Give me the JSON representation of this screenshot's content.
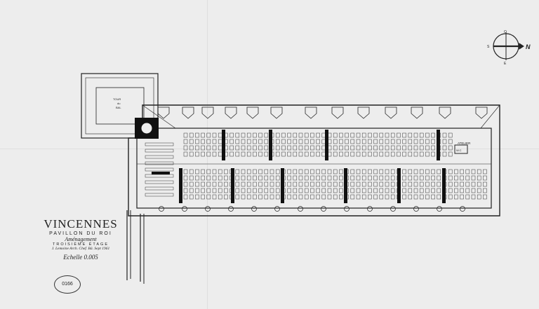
{
  "title": {
    "place": "VINCENNES",
    "building": "PAVILLON DU ROI",
    "purpose": "Aménagement",
    "floor": "TROISIÈME ÉTAGE",
    "architect_note": "J. Lemoine Arch. Chef. Bâ. Sept 1961",
    "scale": "Echelle 0.005"
  },
  "stamp": {
    "number": "0166"
  },
  "plan": {
    "tower_label": [
      "TOUR",
      "du",
      "BAL"
    ],
    "workshop_label": "ATELIER",
    "room_label": "W.C"
  },
  "compass": {
    "north": "N",
    "south": "S",
    "east": "E",
    "west": "O"
  },
  "colors": {
    "paper": "#ededed",
    "ink": "#222222"
  }
}
